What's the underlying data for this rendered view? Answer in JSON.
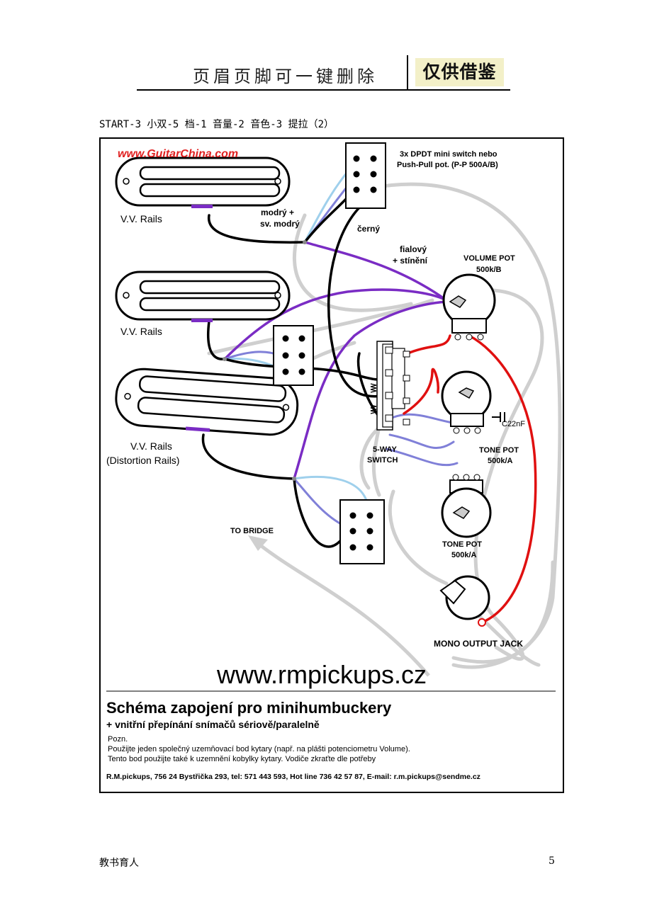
{
  "header": {
    "text": "页眉页脚可一键删除",
    "badge": "仅供借鉴"
  },
  "caption": "START-3 小双-5 档-1 音量-2 音色-3 提拉（2）",
  "diagram": {
    "site_top": "www.GuitarChina.com",
    "dpdt_label_1": "3x DPDT mini switch nebo",
    "dpdt_label_2": "Push-Pull pot. (P-P 500A/B)",
    "pickup_1": "V.V. Rails",
    "pickup_2": "V.V. Rails",
    "pickup_3": "V.V. Rails",
    "pickup_3_sub": "(Distortion Rails)",
    "wire_blue_1": "modrý +",
    "wire_blue_2": "sv. modrý",
    "wire_black": "černý",
    "wire_violet_1": "fialový",
    "wire_violet_2": "+ stínění",
    "volume_pot_1": "VOLUME POT",
    "volume_pot_2": "500k/B",
    "cap": "C22nF",
    "tone_pot_a_1": "TONE POT",
    "tone_pot_a_2": "500k/A",
    "tone_pot_b_1": "TONE POT",
    "tone_pot_b_2": "500k/A",
    "switch_1": "5-WAY",
    "switch_2": "SWITCH",
    "to_bridge": "TO BRIDGE",
    "jack": "MONO OUTPUT JACK",
    "site_bottom": "www.rmpickups.cz",
    "title": "Schéma zapojení pro minihumbuckery",
    "subtitle": "+ vnitřní přepínání snímačů sériově/paralelně",
    "note_1": "Pozn.",
    "note_2": "Použijte jeden společný uzemňovací bod kytary (např. na plášti potenciometru Volume).",
    "note_3": "Tento bod použijte také k uzemnění kobylky kytary. Vodiče zkraťte dle potřeby",
    "contact": "R.M.pickups, 756 24 Bystřička 293, tel: 571 443 593, Hot line 736 42 57 87, E-mail: r.m.pickups@sendme.cz"
  },
  "footer": {
    "left": "教书育人",
    "page": "5"
  },
  "colors": {
    "violet": "#7a2cc4",
    "red": "#e01010",
    "grey_wire": "#cfcfcf",
    "light_blue": "#9fd0ec",
    "blue": "#8080d8",
    "site_red": "#e02020"
  }
}
